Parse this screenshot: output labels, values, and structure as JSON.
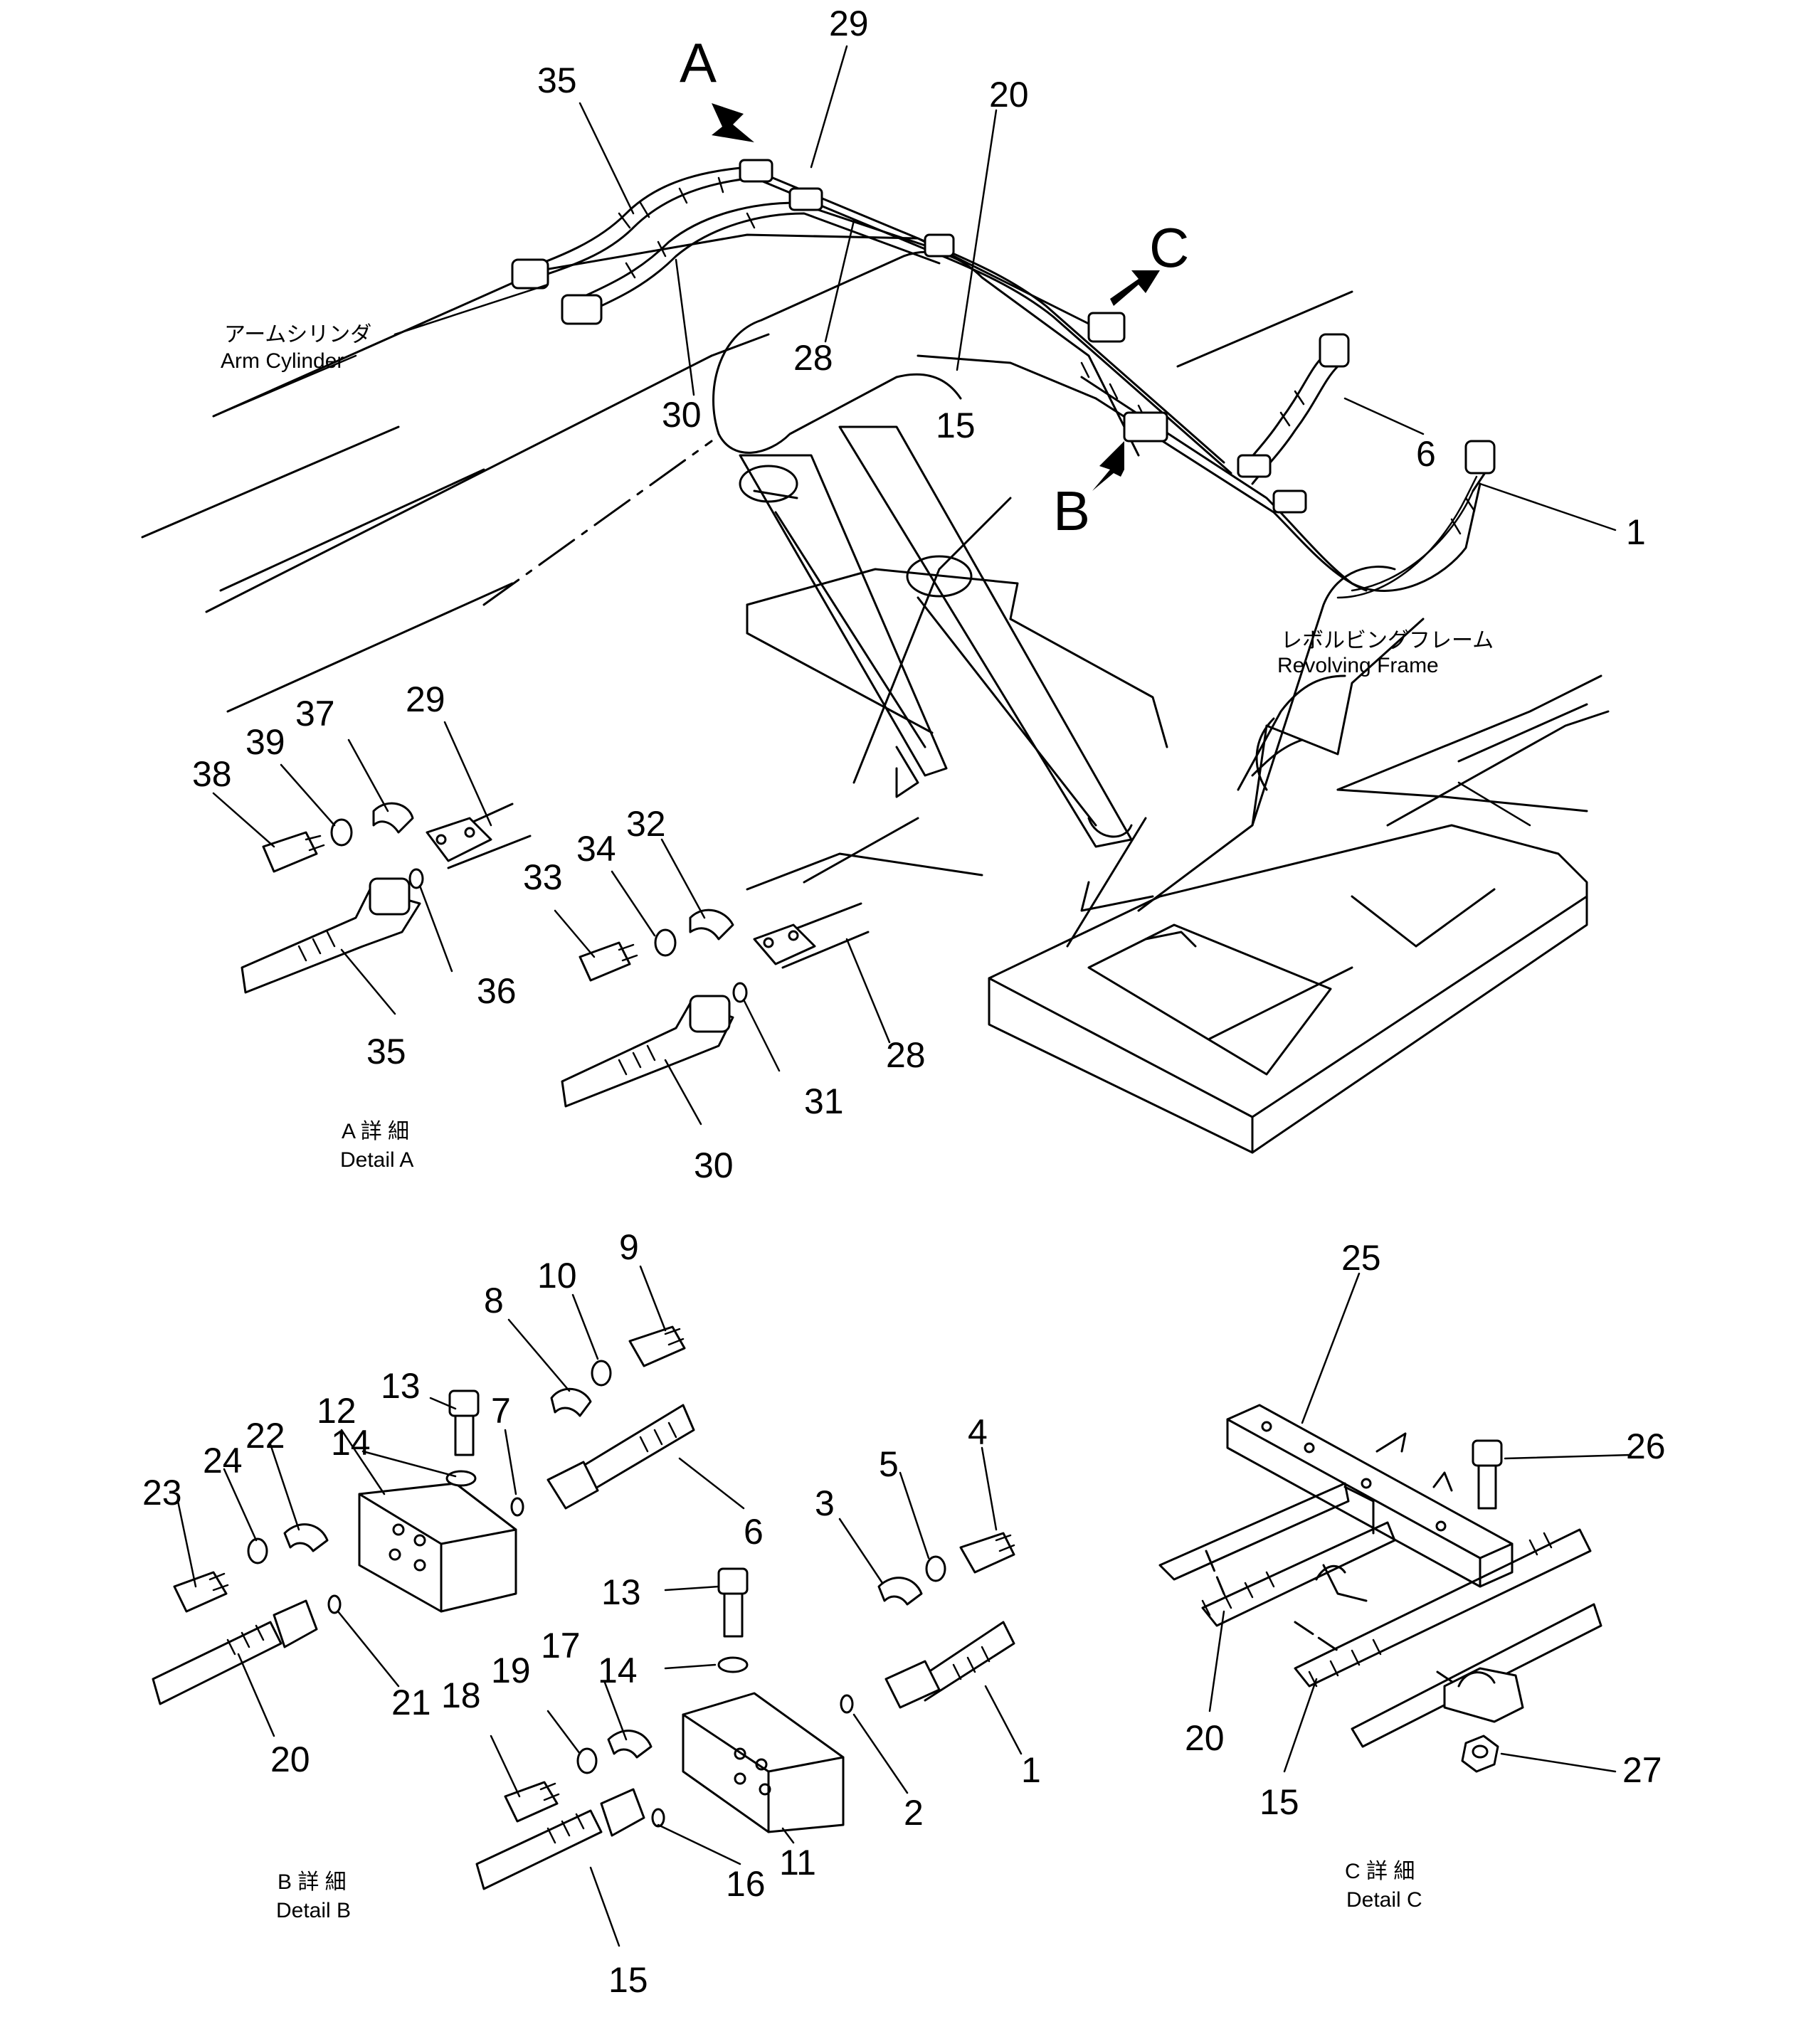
{
  "labels": {
    "arm_cylinder_jp": "アームシリンダ",
    "arm_cylinder_en": "Arm Cylinder",
    "revolving_frame_jp": "レボルビングフレーム",
    "revolving_frame_en": "Revolving Frame",
    "detail_a_jp": "A 詳 細",
    "detail_a_en": "Detail A",
    "detail_b_jp": "B 詳 細",
    "detail_b_en": "Detail B",
    "detail_c_jp": "C 詳 細",
    "detail_c_en": "Detail C"
  },
  "arrows": {
    "a": "A",
    "b": "B",
    "c": "C"
  },
  "main_callouts": {
    "c35": "35",
    "c29": "29",
    "c20": "20",
    "c28": "28",
    "c30": "30",
    "c15": "15",
    "c6": "6",
    "c1": "1"
  },
  "detail_a_callouts": {
    "c37": "37",
    "c39": "39",
    "c29": "29",
    "c38": "38",
    "c36": "36",
    "c35": "35",
    "c32": "32",
    "c34": "34",
    "c33": "33",
    "c28": "28",
    "c31": "31",
    "c30": "30"
  },
  "detail_b_callouts": {
    "c9": "9",
    "c10": "10",
    "c8": "8",
    "c13a": "13",
    "c7": "7",
    "c12": "12",
    "c14a": "14",
    "c22": "22",
    "c24": "24",
    "c23": "23",
    "c6": "6",
    "c4": "4",
    "c5": "5",
    "c3": "3",
    "c21": "21",
    "c20": "20",
    "c13b": "13",
    "c14b": "14",
    "c17": "17",
    "c19": "19",
    "c18": "18",
    "c1": "1",
    "c2": "2",
    "c16": "16",
    "c11": "11",
    "c15": "15"
  },
  "detail_c_callouts": {
    "c25": "25",
    "c26": "26",
    "c20": "20",
    "c15": "15",
    "c27": "27"
  }
}
